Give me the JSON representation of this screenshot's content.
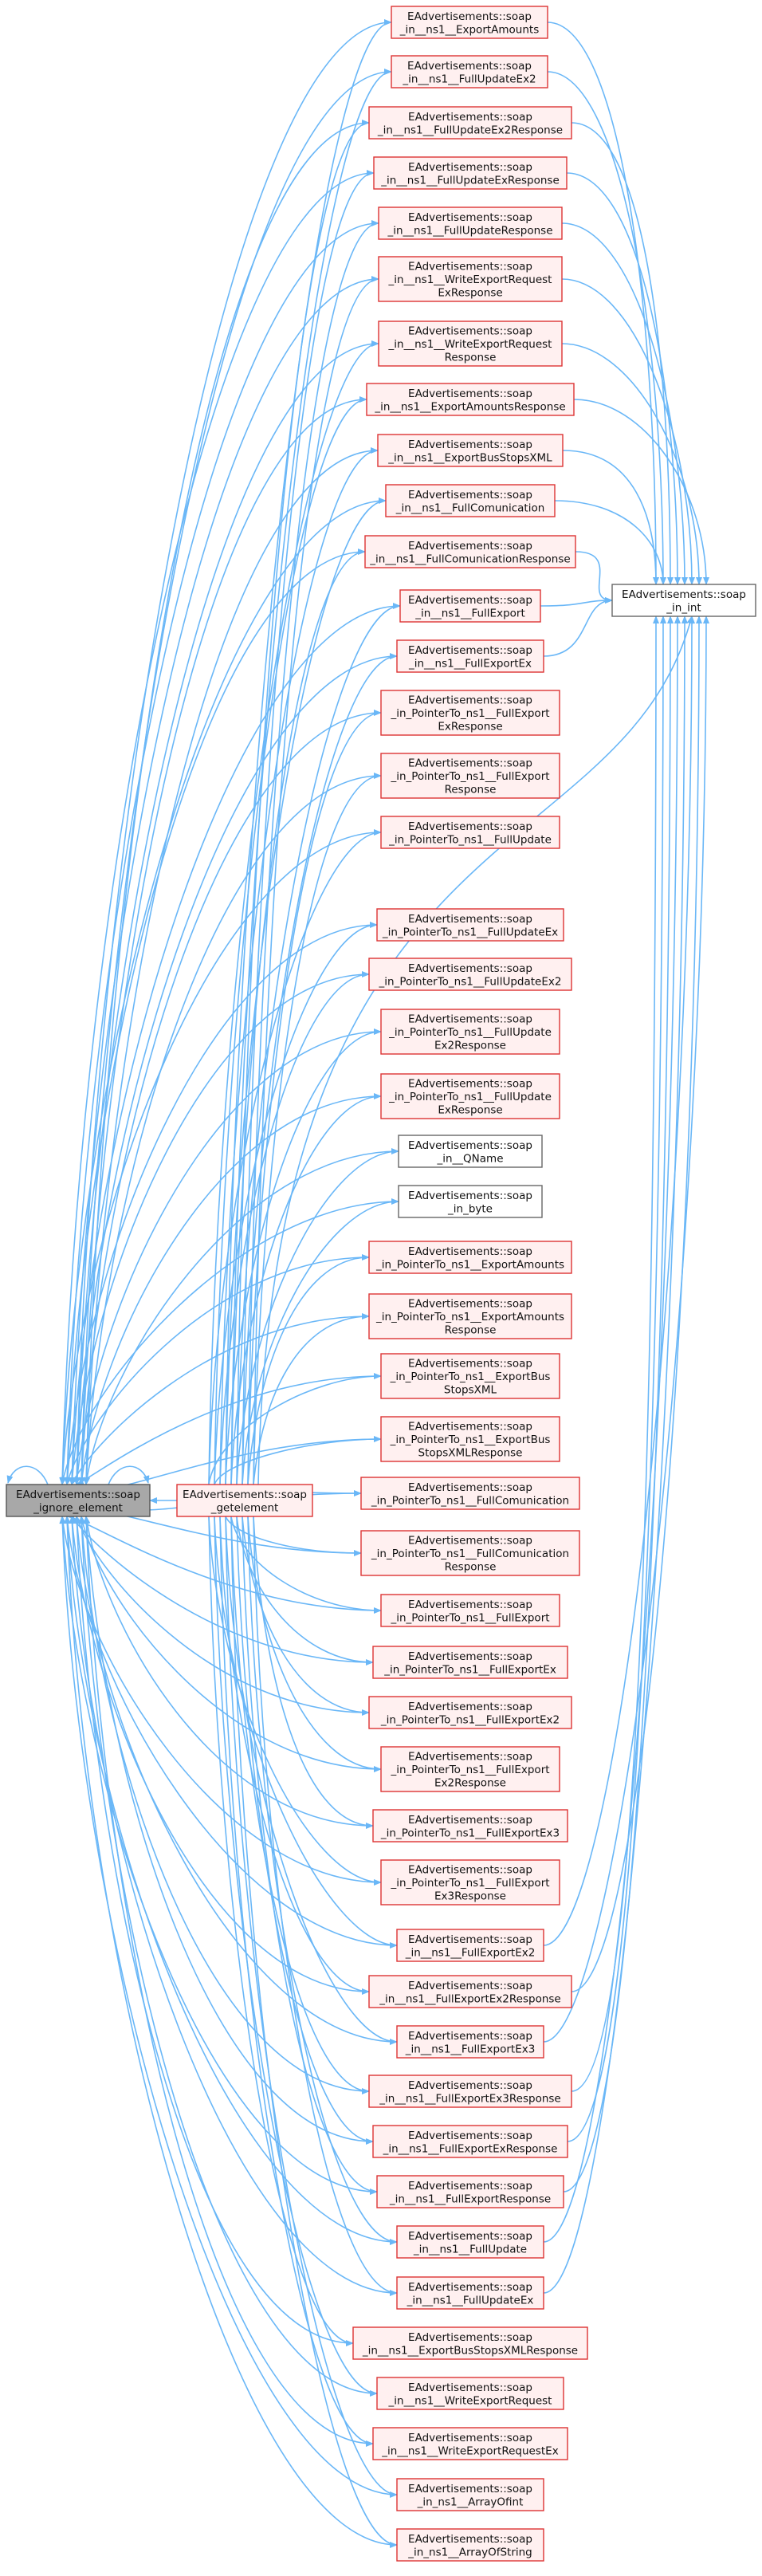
{
  "diagram": {
    "nodes": [
      {
        "id": "ignore",
        "lines": [
          "EAdvertisements::soap",
          "_ignore_element"
        ],
        "style": "gray"
      },
      {
        "id": "get",
        "lines": [
          "EAdvertisements::soap",
          "_getelement"
        ],
        "style": "red"
      },
      {
        "id": "int",
        "lines": [
          "EAdvertisements::soap",
          "_in_int"
        ],
        "style": "white"
      },
      {
        "id": "ExportAmounts",
        "lines": [
          "EAdvertisements::soap",
          "_in__ns1__ExportAmounts"
        ],
        "style": "red"
      },
      {
        "id": "FullUpdateEx2",
        "lines": [
          "EAdvertisements::soap",
          "_in__ns1__FullUpdateEx2"
        ],
        "style": "red"
      },
      {
        "id": "FullUpdateEx2Response",
        "lines": [
          "EAdvertisements::soap",
          "_in__ns1__FullUpdateEx2Response"
        ],
        "style": "red"
      },
      {
        "id": "FullUpdateExResponse",
        "lines": [
          "EAdvertisements::soap",
          "_in__ns1__FullUpdateExResponse"
        ],
        "style": "red"
      },
      {
        "id": "FullUpdateResponse",
        "lines": [
          "EAdvertisements::soap",
          "_in__ns1__FullUpdateResponse"
        ],
        "style": "red"
      },
      {
        "id": "WriteExportRequestExResponse",
        "lines": [
          "EAdvertisements::soap",
          "_in__ns1__WriteExportRequest",
          "ExResponse"
        ],
        "style": "red"
      },
      {
        "id": "WriteExportRequestResponse",
        "lines": [
          "EAdvertisements::soap",
          "_in__ns1__WriteExportRequest",
          "Response"
        ],
        "style": "red"
      },
      {
        "id": "ExportAmountsResponse",
        "lines": [
          "EAdvertisements::soap",
          "_in__ns1__ExportAmountsResponse"
        ],
        "style": "red"
      },
      {
        "id": "ExportBusStopsXML",
        "lines": [
          "EAdvertisements::soap",
          "_in__ns1__ExportBusStopsXML"
        ],
        "style": "red"
      },
      {
        "id": "FullComunication",
        "lines": [
          "EAdvertisements::soap",
          "_in__ns1__FullComunication"
        ],
        "style": "red"
      },
      {
        "id": "FullComunicationResponse",
        "lines": [
          "EAdvertisements::soap",
          "_in__ns1__FullComunicationResponse"
        ],
        "style": "red"
      },
      {
        "id": "FullExport",
        "lines": [
          "EAdvertisements::soap",
          "_in__ns1__FullExport"
        ],
        "style": "red"
      },
      {
        "id": "FullExportEx",
        "lines": [
          "EAdvertisements::soap",
          "_in__ns1__FullExportEx"
        ],
        "style": "red"
      },
      {
        "id": "PT_FullExportExResponse",
        "lines": [
          "EAdvertisements::soap",
          "_in_PointerTo_ns1__FullExport",
          "ExResponse"
        ],
        "style": "red"
      },
      {
        "id": "PT_FullExportResponse",
        "lines": [
          "EAdvertisements::soap",
          "_in_PointerTo_ns1__FullExport",
          "Response"
        ],
        "style": "red"
      },
      {
        "id": "PT_FullUpdate",
        "lines": [
          "EAdvertisements::soap",
          "_in_PointerTo_ns1__FullUpdate"
        ],
        "style": "red"
      },
      {
        "id": "PT_FullUpdateEx",
        "lines": [
          "EAdvertisements::soap",
          "_in_PointerTo_ns1__FullUpdateEx"
        ],
        "style": "red"
      },
      {
        "id": "PT_FullUpdateEx2",
        "lines": [
          "EAdvertisements::soap",
          "_in_PointerTo_ns1__FullUpdateEx2"
        ],
        "style": "red"
      },
      {
        "id": "PT_FullUpdateEx2Response",
        "lines": [
          "EAdvertisements::soap",
          "_in_PointerTo_ns1__FullUpdate",
          "Ex2Response"
        ],
        "style": "red"
      },
      {
        "id": "PT_FullUpdateExResponse",
        "lines": [
          "EAdvertisements::soap",
          "_in_PointerTo_ns1__FullUpdate",
          "ExResponse"
        ],
        "style": "red"
      },
      {
        "id": "QName",
        "lines": [
          "EAdvertisements::soap",
          "_in__QName"
        ],
        "style": "white"
      },
      {
        "id": "byte",
        "lines": [
          "EAdvertisements::soap",
          "_in_byte"
        ],
        "style": "white"
      },
      {
        "id": "PT_ExportAmounts",
        "lines": [
          "EAdvertisements::soap",
          "_in_PointerTo_ns1__ExportAmounts"
        ],
        "style": "red"
      },
      {
        "id": "PT_ExportAmountsResponse",
        "lines": [
          "EAdvertisements::soap",
          "_in_PointerTo_ns1__ExportAmounts",
          "Response"
        ],
        "style": "red"
      },
      {
        "id": "PT_ExportBusStopsXML",
        "lines": [
          "EAdvertisements::soap",
          "_in_PointerTo_ns1__ExportBus",
          "StopsXML"
        ],
        "style": "red"
      },
      {
        "id": "PT_ExportBusStopsXMLResponse",
        "lines": [
          "EAdvertisements::soap",
          "_in_PointerTo_ns1__ExportBus",
          "StopsXMLResponse"
        ],
        "style": "red"
      },
      {
        "id": "PT_FullComunication",
        "lines": [
          "EAdvertisements::soap",
          "_in_PointerTo_ns1__FullComunication"
        ],
        "style": "red"
      },
      {
        "id": "PT_FullComunicationResponse",
        "lines": [
          "EAdvertisements::soap",
          "_in_PointerTo_ns1__FullComunication",
          "Response"
        ],
        "style": "red"
      },
      {
        "id": "PT_FullExport",
        "lines": [
          "EAdvertisements::soap",
          "_in_PointerTo_ns1__FullExport"
        ],
        "style": "red"
      },
      {
        "id": "PT_FullExportEx",
        "lines": [
          "EAdvertisements::soap",
          "_in_PointerTo_ns1__FullExportEx"
        ],
        "style": "red"
      },
      {
        "id": "PT_FullExportEx2",
        "lines": [
          "EAdvertisements::soap",
          "_in_PointerTo_ns1__FullExportEx2"
        ],
        "style": "red"
      },
      {
        "id": "PT_FullExportEx2Response",
        "lines": [
          "EAdvertisements::soap",
          "_in_PointerTo_ns1__FullExport",
          "Ex2Response"
        ],
        "style": "red"
      },
      {
        "id": "PT_FullExportEx3",
        "lines": [
          "EAdvertisements::soap",
          "_in_PointerTo_ns1__FullExportEx3"
        ],
        "style": "red"
      },
      {
        "id": "PT_FullExportEx3Response",
        "lines": [
          "EAdvertisements::soap",
          "_in_PointerTo_ns1__FullExport",
          "Ex3Response"
        ],
        "style": "red"
      },
      {
        "id": "FullExportEx2",
        "lines": [
          "EAdvertisements::soap",
          "_in__ns1__FullExportEx2"
        ],
        "style": "red"
      },
      {
        "id": "FullExportEx2Response",
        "lines": [
          "EAdvertisements::soap",
          "_in__ns1__FullExportEx2Response"
        ],
        "style": "red"
      },
      {
        "id": "FullExportEx3",
        "lines": [
          "EAdvertisements::soap",
          "_in__ns1__FullExportEx3"
        ],
        "style": "red"
      },
      {
        "id": "FullExportEx3Response",
        "lines": [
          "EAdvertisements::soap",
          "_in__ns1__FullExportEx3Response"
        ],
        "style": "red"
      },
      {
        "id": "FullExportExResponse",
        "lines": [
          "EAdvertisements::soap",
          "_in__ns1__FullExportExResponse"
        ],
        "style": "red"
      },
      {
        "id": "FullExportResponse",
        "lines": [
          "EAdvertisements::soap",
          "_in__ns1__FullExportResponse"
        ],
        "style": "red"
      },
      {
        "id": "FullUpdate",
        "lines": [
          "EAdvertisements::soap",
          "_in__ns1__FullUpdate"
        ],
        "style": "red"
      },
      {
        "id": "FullUpdateEx",
        "lines": [
          "EAdvertisements::soap",
          "_in__ns1__FullUpdateEx"
        ],
        "style": "red"
      },
      {
        "id": "ExportBusStopsXMLResponse",
        "lines": [
          "EAdvertisements::soap",
          "_in__ns1__ExportBusStopsXMLResponse"
        ],
        "style": "red"
      },
      {
        "id": "WriteExportRequest",
        "lines": [
          "EAdvertisements::soap",
          "_in__ns1__WriteExportRequest"
        ],
        "style": "red"
      },
      {
        "id": "WriteExportRequestEx",
        "lines": [
          "EAdvertisements::soap",
          "_in__ns1__WriteExportRequestEx"
        ],
        "style": "red"
      },
      {
        "id": "ArrayOfint",
        "lines": [
          "EAdvertisements::soap",
          "_in_ns1__ArrayOfint"
        ],
        "style": "red"
      },
      {
        "id": "ArrayOfString",
        "lines": [
          "EAdvertisements::soap",
          "_in_ns1__ArrayOfString"
        ],
        "style": "red"
      }
    ],
    "to_int": [
      "ExportAmounts",
      "FullUpdateEx2",
      "FullUpdateEx2Response",
      "FullUpdateExResponse",
      "FullUpdateResponse",
      "WriteExportRequestExResponse",
      "WriteExportRequestResponse",
      "ExportAmountsResponse",
      "ExportBusStopsXML",
      "FullComunication",
      "FullComunicationResponse",
      "FullExport",
      "FullExportEx",
      "FullExportEx2",
      "FullExportEx2Response",
      "FullExportEx3",
      "FullExportEx3Response",
      "FullExportExResponse",
      "FullExportResponse",
      "FullUpdate",
      "FullUpdateEx",
      "get"
    ]
  }
}
